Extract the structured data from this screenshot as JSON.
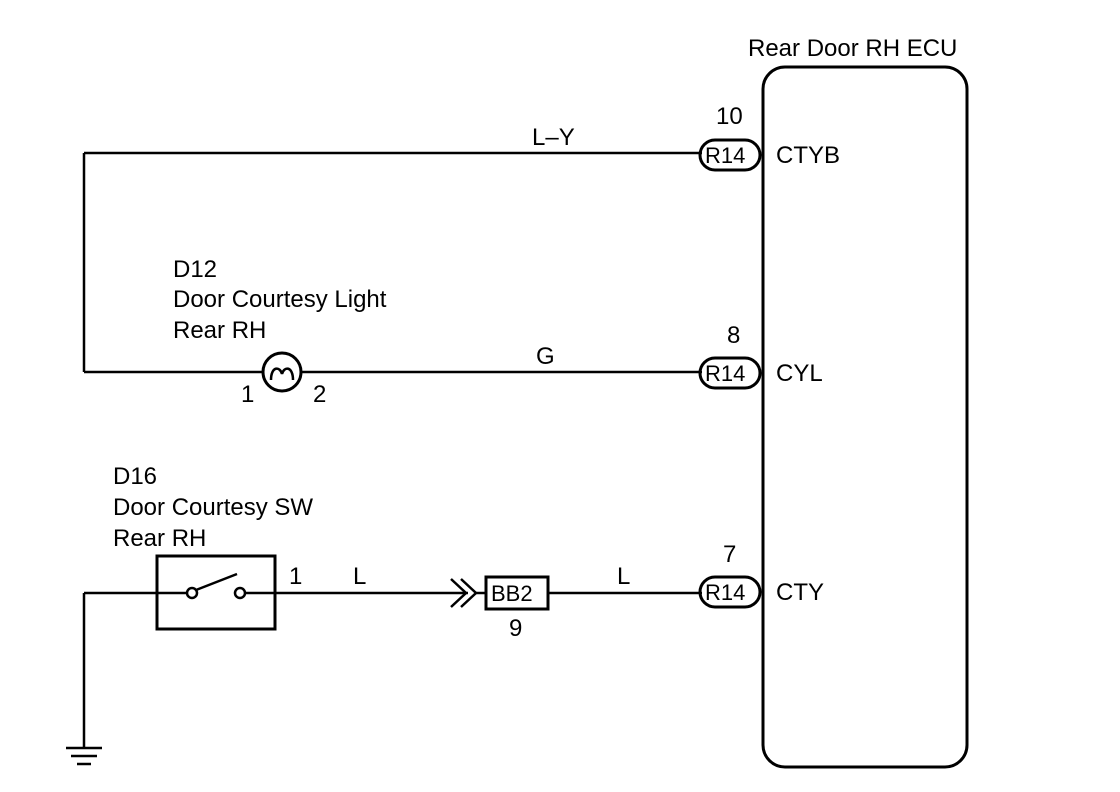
{
  "ecu": {
    "title": "Rear Door RH ECU",
    "terminals": [
      {
        "pin": "10",
        "connector": "R14",
        "signal": "CTYB"
      },
      {
        "pin": "8",
        "connector": "R14",
        "signal": "CYL"
      },
      {
        "pin": "7",
        "connector": "R14",
        "signal": "CTY"
      }
    ]
  },
  "wires": {
    "top": "L–Y",
    "middle": "G",
    "bottom_left": "L",
    "bottom_right": "L"
  },
  "courtesy_light": {
    "code": "D12",
    "name": "Door Courtesy Light",
    "position": "Rear RH",
    "pin1": "1",
    "pin2": "2"
  },
  "courtesy_switch": {
    "code": "D16",
    "name": "Door Courtesy SW",
    "position": "Rear RH",
    "pin": "1"
  },
  "junction": {
    "connector": "BB2",
    "pin": "9"
  },
  "icons": [
    "bulb-icon",
    "switch-icon",
    "ground-icon",
    "male-connector-icon"
  ]
}
